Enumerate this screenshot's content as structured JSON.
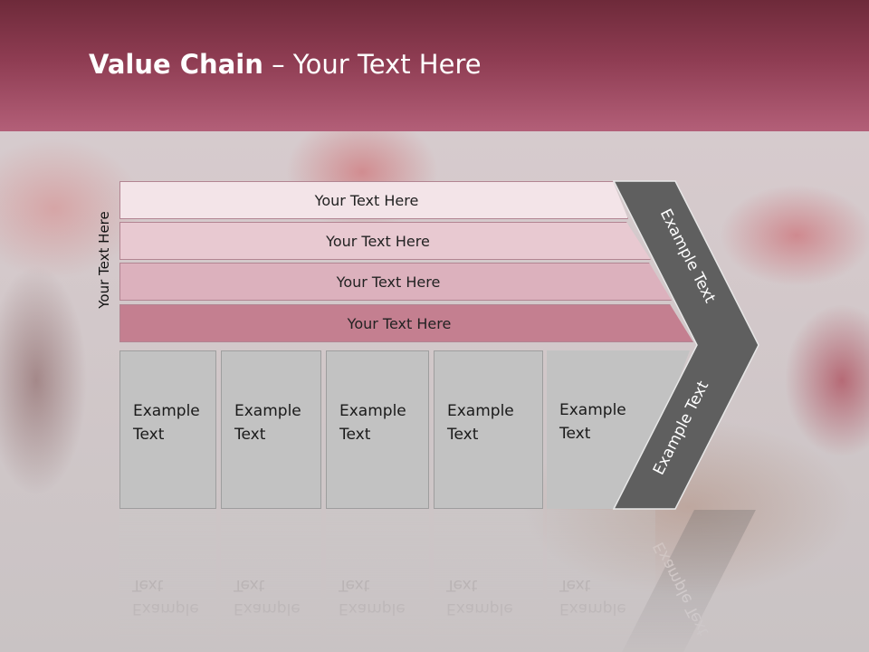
{
  "header": {
    "title_bold": "Value Chain",
    "title_rest": " – Your Text Here"
  },
  "side_label": "Your Text Here",
  "bands": [
    {
      "label": "Your Text Here"
    },
    {
      "label": "Your Text Here"
    },
    {
      "label": "Your Text Here"
    },
    {
      "label": "Your Text Here"
    }
  ],
  "boxes": [
    {
      "line1": "Example",
      "line2": "Text"
    },
    {
      "line1": "Example",
      "line2": "Text"
    },
    {
      "line1": "Example",
      "line2": "Text"
    },
    {
      "line1": "Example",
      "line2": "Text"
    },
    {
      "line1": "Example",
      "line2": "Text"
    }
  ],
  "chevron": {
    "top_label": "Example Text",
    "bottom_label": "Example Text"
  },
  "colors": {
    "header_dark": "#6e2a3a",
    "header_light": "#b35f78",
    "chevron_fill": "#5f5f5f",
    "box_fill": "#c2c2c2"
  }
}
